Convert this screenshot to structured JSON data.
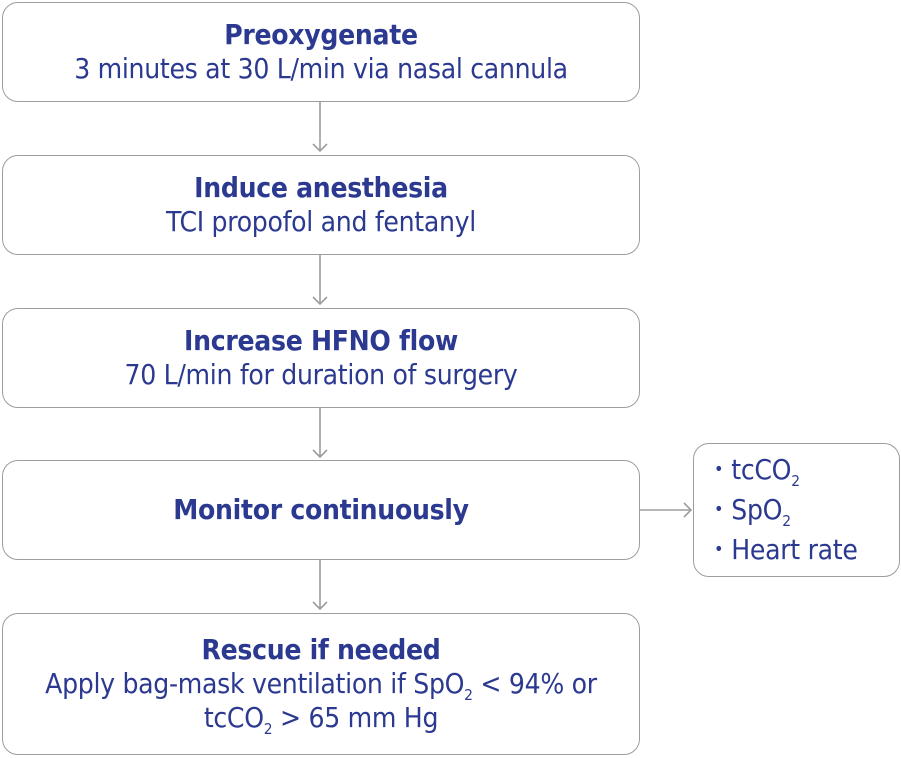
{
  "steps": [
    {
      "title": "Preoxygenate",
      "desc": "3 minutes at 30 L/min via nasal cannula"
    },
    {
      "title": "Induce anesthesia",
      "desc": "TCI propofol and fentanyl"
    },
    {
      "title": "Increase HFNO flow",
      "desc": "70 L/min for duration of surgery"
    },
    {
      "title": "Monitor continuously"
    },
    {
      "title": "Rescue if needed",
      "desc_line1_a": "Apply bag-mask ventilation if SpO",
      "desc_line1_sub": "2",
      "desc_line1_b": " < 94% or",
      "desc_line2_a": "tcCO",
      "desc_line2_sub": "2",
      "desc_line2_b": " > 65 mm Hg"
    }
  ],
  "monitor_list": [
    {
      "bullet": "•",
      "text": "tcCO",
      "sub": "2"
    },
    {
      "bullet": "•",
      "text": "SpO",
      "sub": "2"
    },
    {
      "bullet": "•",
      "text": "Heart rate",
      "sub": ""
    }
  ],
  "colors": {
    "text": "#2b3990",
    "border": "#9d9d9d",
    "arrow": "#9d9d9d"
  }
}
